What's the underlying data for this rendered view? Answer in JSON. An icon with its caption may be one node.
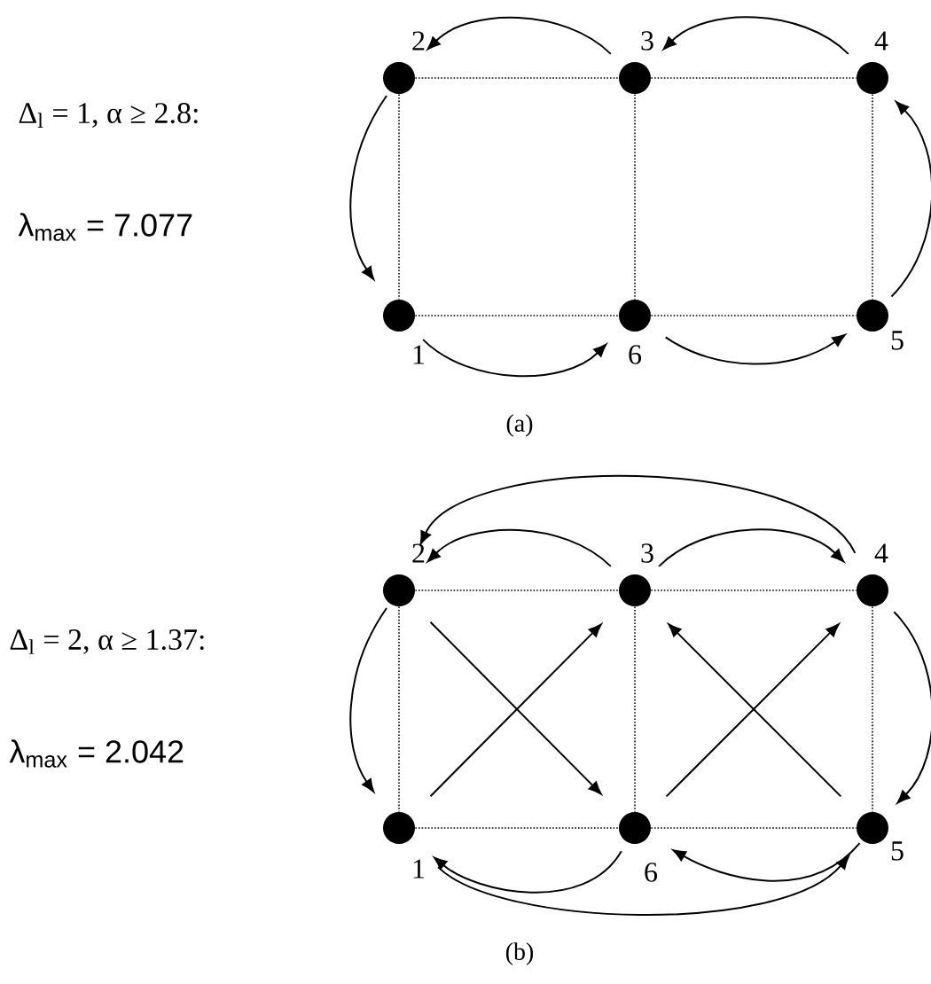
{
  "diagram": {
    "nodes": [
      {
        "text": [],
        "shape": "circle",
        "beside": [
          "2"
        ]
      },
      {
        "text": [],
        "shape": "circle",
        "beside": [
          "3"
        ]
      },
      {
        "text": [],
        "shape": "circle",
        "beside": [
          "4"
        ]
      },
      {
        "text": [],
        "shape": "circle",
        "beside": [
          "1"
        ]
      },
      {
        "text": [],
        "shape": "circle",
        "beside": [
          "6"
        ]
      },
      {
        "text": [],
        "shape": "circle",
        "beside": [
          "5"
        ]
      },
      {
        "text": [],
        "shape": "circle",
        "beside": [
          "2"
        ]
      },
      {
        "text": [],
        "shape": "circle",
        "beside": [
          "3"
        ]
      },
      {
        "text": [],
        "shape": "circle",
        "beside": [
          "4"
        ]
      },
      {
        "text": [],
        "shape": "circle",
        "beside": [
          "1"
        ]
      },
      {
        "text": [],
        "shape": "circle",
        "beside": [
          "6"
        ]
      },
      {
        "text": [],
        "shape": "circle",
        "beside": [
          "5"
        ]
      }
    ],
    "edges": [
      {
        "from": 1,
        "to": 0,
        "arrow": "to"
      },
      {
        "from": 2,
        "to": 1,
        "arrow": "to"
      },
      {
        "from": 0,
        "to": 3,
        "arrow": "to"
      },
      {
        "from": 5,
        "to": 2,
        "arrow": "to"
      },
      {
        "from": 3,
        "to": 4,
        "arrow": "to"
      },
      {
        "from": 4,
        "to": 5,
        "arrow": "to"
      },
      {
        "from": 0,
        "to": 1,
        "arrow": "none",
        "style": "dashed"
      },
      {
        "from": 1,
        "to": 2,
        "arrow": "none",
        "style": "dashed"
      },
      {
        "from": 3,
        "to": 4,
        "arrow": "none",
        "style": "dashed"
      },
      {
        "from": 4,
        "to": 5,
        "arrow": "none",
        "style": "dashed"
      },
      {
        "from": 0,
        "to": 3,
        "arrow": "none",
        "style": "dashed"
      },
      {
        "from": 1,
        "to": 4,
        "arrow": "none",
        "style": "dashed"
      },
      {
        "from": 2,
        "to": 5,
        "arrow": "none",
        "style": "dashed"
      },
      {
        "from": 8,
        "to": 6,
        "arrow": "to"
      },
      {
        "from": 7,
        "to": 6,
        "arrow": "to"
      },
      {
        "from": 7,
        "to": 8,
        "arrow": "to"
      },
      {
        "from": 6,
        "to": 9,
        "arrow": "to"
      },
      {
        "from": 8,
        "to": 11,
        "arrow": "to"
      },
      {
        "from": 6,
        "to": 10,
        "arrow": "to"
      },
      {
        "from": 9,
        "to": 7,
        "arrow": "to"
      },
      {
        "from": 10,
        "to": 8,
        "arrow": "to"
      },
      {
        "from": 11,
        "to": 7,
        "arrow": "to"
      },
      {
        "from": 10,
        "to": 9,
        "arrow": "to"
      },
      {
        "from": 11,
        "to": 10,
        "arrow": "to"
      },
      {
        "from": 9,
        "to": 11,
        "arrow": "to"
      },
      {
        "from": 6,
        "to": 7,
        "arrow": "none",
        "style": "dashed"
      },
      {
        "from": 7,
        "to": 8,
        "arrow": "none",
        "style": "dashed"
      },
      {
        "from": 9,
        "to": 10,
        "arrow": "none",
        "style": "dashed"
      },
      {
        "from": 10,
        "to": 11,
        "arrow": "none",
        "style": "dashed"
      },
      {
        "from": 6,
        "to": 9,
        "arrow": "none",
        "style": "dashed"
      },
      {
        "from": 7,
        "to": 10,
        "arrow": "none",
        "style": "dashed"
      },
      {
        "from": 8,
        "to": 11,
        "arrow": "none",
        "style": "dashed"
      }
    ],
    "labels": [
      "Δ$_{l}$ = 1, α ≥ 2.8:",
      "λ$_{max}$ = 7.077",
      "(a)",
      "Δ$_{l}$ = 2, α ≥ 1.37:",
      "λ$_{max}$ = 2.042",
      "(b)"
    ]
  }
}
